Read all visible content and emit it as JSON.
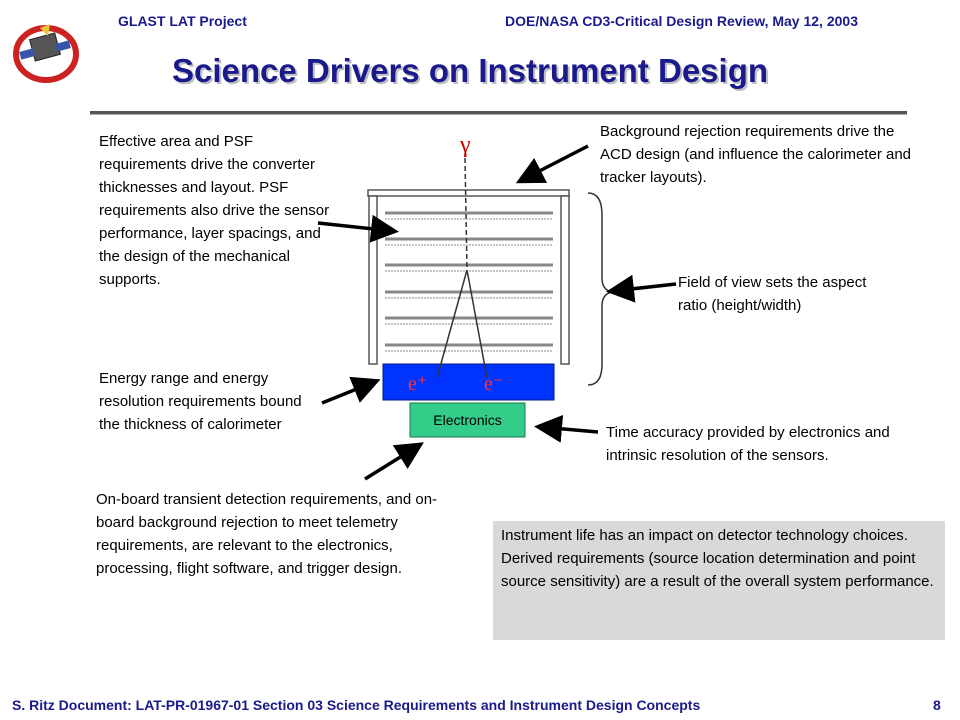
{
  "header": {
    "project": "GLAST LAT Project",
    "review": "DOE/NASA CD3-Critical Design Review, May 12, 2003"
  },
  "title": "Science Drivers on Instrument Design",
  "annotations": {
    "effective_area": "Effective area and PSF requirements drive the converter thicknesses and layout.  PSF requirements also drive the sensor performance, layer spacings, and the design of the mechanical supports.",
    "background_rejection": "Background rejection requirements drive the ACD design (and influence the calorimeter and tracker layouts).",
    "field_of_view": "Field of view sets the aspect ratio (height/width)",
    "energy_range": "Energy range and energy resolution requirements bound the thickness of calorimeter",
    "time_accuracy": "Time accuracy provided by electronics and intrinsic resolution of the sensors.",
    "onboard_transient": "On-board transient detection requirements, and on-board background rejection to meet telemetry requirements, are relevant to the electronics, processing, flight software, and trigger design."
  },
  "detector": {
    "gamma": "γ",
    "positron": "e⁺",
    "electron": "e⁻",
    "electronics_label": "Electronics"
  },
  "colors": {
    "title": "#1a1a8c",
    "calorimeter": "#0033ff",
    "electronics_box": "#33cc88",
    "note_box": "#d9d9d9",
    "gamma": "#cc0000"
  },
  "note_box": {
    "line1": "Instrument life has an impact on detector technology choices.",
    "line2": "Derived requirements (source location determination and point source sensitivity) are a result of the overall system performance."
  },
  "footer": {
    "left": "S. Ritz  Document: LAT-PR-01967-01   Section 03 Science Requirements and Instrument Design Concepts",
    "page": "8"
  }
}
